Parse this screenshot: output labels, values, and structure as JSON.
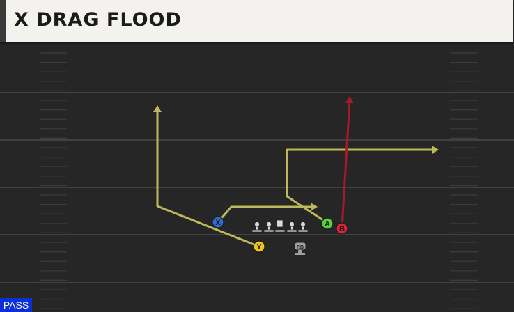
{
  "play": {
    "title": "X DRAG FLOOD",
    "formation_type": "PASS"
  },
  "colors": {
    "field": "#262626",
    "yard_line": "#4a4a4a",
    "route_yellow": "#bcb85c",
    "route_red": "#a8192a",
    "player_x": "#2f6bd1",
    "player_y": "#f0c41c",
    "player_a": "#59cf3c",
    "player_b": "#d9243a",
    "lineman": "#d9d9d9",
    "pass_badge": "#0a2fd6"
  },
  "players": [
    {
      "label": "X",
      "color": "#2f6bd1",
      "icon": "x-receiver-icon"
    },
    {
      "label": "Y",
      "color": "#f0c41c",
      "icon": "y-receiver-icon"
    },
    {
      "label": "A",
      "color": "#59cf3c",
      "icon": "a-receiver-icon"
    },
    {
      "label": "B",
      "color": "#d9243a",
      "icon": "b-receiver-icon"
    },
    {
      "label": "RB",
      "color": "#a0a0a0",
      "icon": "running-back-icon"
    }
  ]
}
